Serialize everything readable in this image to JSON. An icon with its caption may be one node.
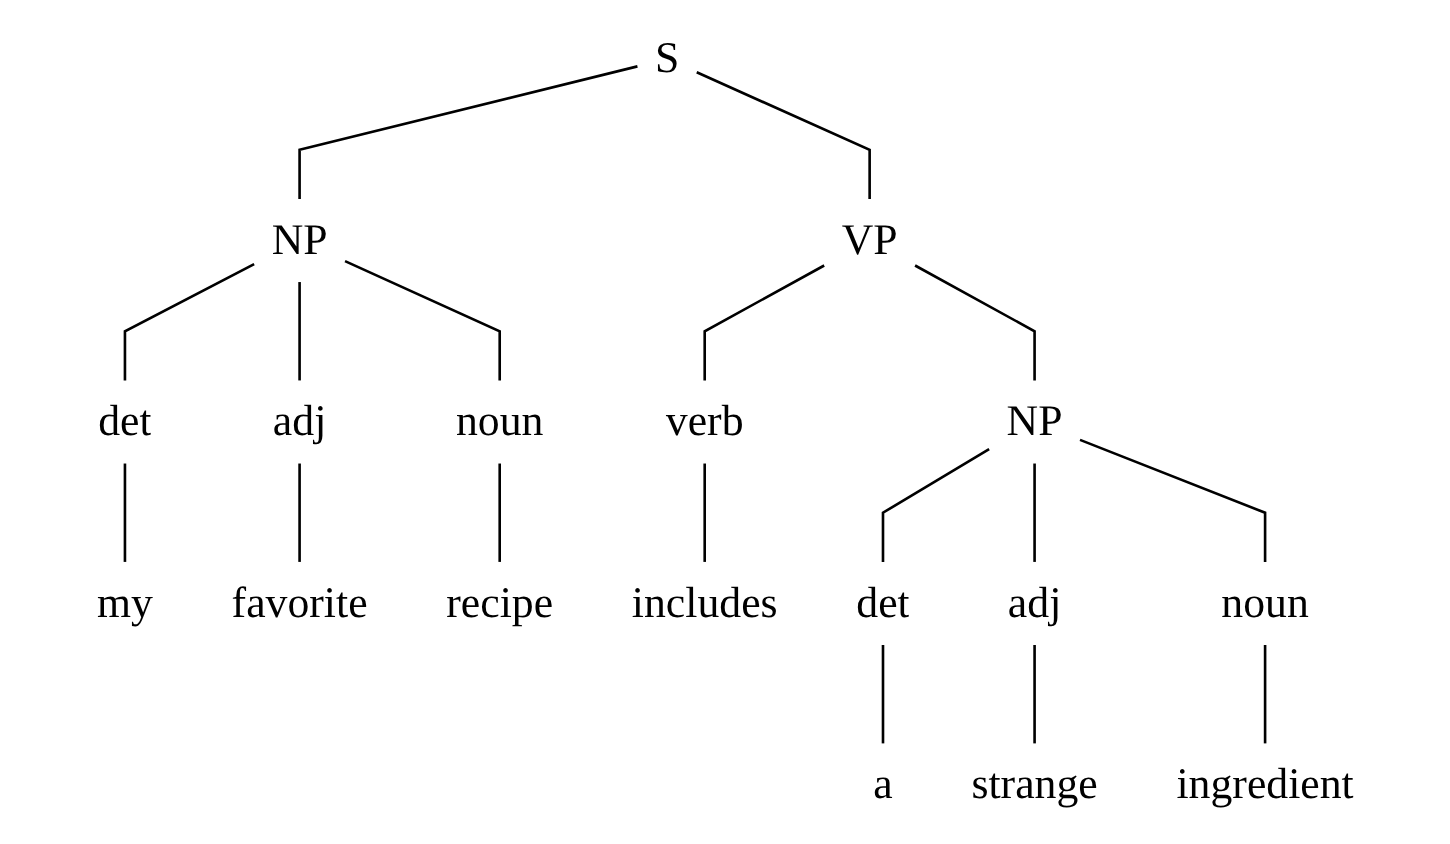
{
  "diagram": {
    "nodes": [
      {
        "text": [
          "S"
        ]
      },
      {
        "text": [
          "NP"
        ]
      },
      {
        "text": [
          "VP"
        ]
      },
      {
        "text": [
          "det"
        ]
      },
      {
        "text": [
          "adj"
        ]
      },
      {
        "text": [
          "noun"
        ]
      },
      {
        "text": [
          "verb"
        ]
      },
      {
        "text": [
          "NP"
        ]
      },
      {
        "text": [
          "my"
        ]
      },
      {
        "text": [
          "favorite"
        ]
      },
      {
        "text": [
          "recipe"
        ]
      },
      {
        "text": [
          "includes"
        ]
      },
      {
        "text": [
          "det"
        ]
      },
      {
        "text": [
          "adj"
        ]
      },
      {
        "text": [
          "noun"
        ]
      },
      {
        "text": [
          "a"
        ]
      },
      {
        "text": [
          "strange"
        ]
      },
      {
        "text": [
          "ingredient"
        ]
      }
    ],
    "edges": [
      {
        "from": 0,
        "to": 1,
        "arrow": "none"
      },
      {
        "from": 0,
        "to": 2,
        "arrow": "none"
      },
      {
        "from": 1,
        "to": 3,
        "arrow": "none"
      },
      {
        "from": 1,
        "to": 4,
        "arrow": "none"
      },
      {
        "from": 1,
        "to": 5,
        "arrow": "none"
      },
      {
        "from": 2,
        "to": 6,
        "arrow": "none"
      },
      {
        "from": 2,
        "to": 7,
        "arrow": "none"
      },
      {
        "from": 3,
        "to": 8,
        "arrow": "none"
      },
      {
        "from": 4,
        "to": 9,
        "arrow": "none"
      },
      {
        "from": 5,
        "to": 10,
        "arrow": "none"
      },
      {
        "from": 6,
        "to": 11,
        "arrow": "none"
      },
      {
        "from": 7,
        "to": 12,
        "arrow": "none"
      },
      {
        "from": 7,
        "to": 13,
        "arrow": "none"
      },
      {
        "from": 7,
        "to": 14,
        "arrow": "none"
      },
      {
        "from": 12,
        "to": 15,
        "arrow": "none"
      },
      {
        "from": 13,
        "to": 16,
        "arrow": "none"
      },
      {
        "from": 14,
        "to": 17,
        "arrow": "none"
      }
    ]
  }
}
